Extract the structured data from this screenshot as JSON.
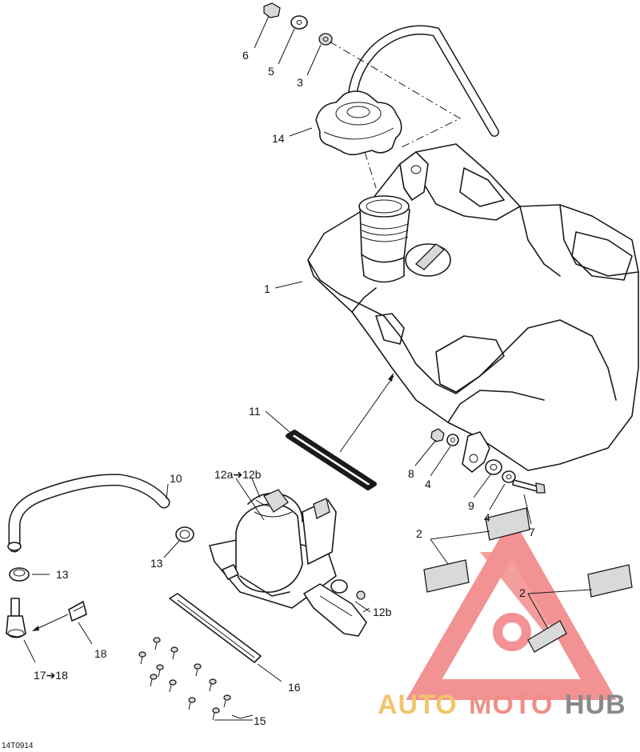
{
  "diagram_code": "14T0914",
  "callouts": {
    "c1": "1",
    "c2a": "2",
    "c2b": "2",
    "c3": "3",
    "c4a": "4",
    "c4b": "4",
    "c5": "5",
    "c6": "6",
    "c7": "7",
    "c8": "8",
    "c9": "9",
    "c10": "10",
    "c11": "11",
    "c12": "12a➔12b",
    "c12b": "12b",
    "c13a": "13",
    "c13b": "13",
    "c14": "14",
    "c15": "15",
    "c16": "16",
    "c17": "17➔18",
    "c18": "18"
  },
  "watermark": {
    "auto": "AUTO",
    "moto": "MOTO",
    "hub": "HUB",
    "color_auto": "#f2c46a",
    "color_moto": "#ee8e86",
    "color_hub": "#8a8a8a",
    "color_logo": "#f08080"
  }
}
